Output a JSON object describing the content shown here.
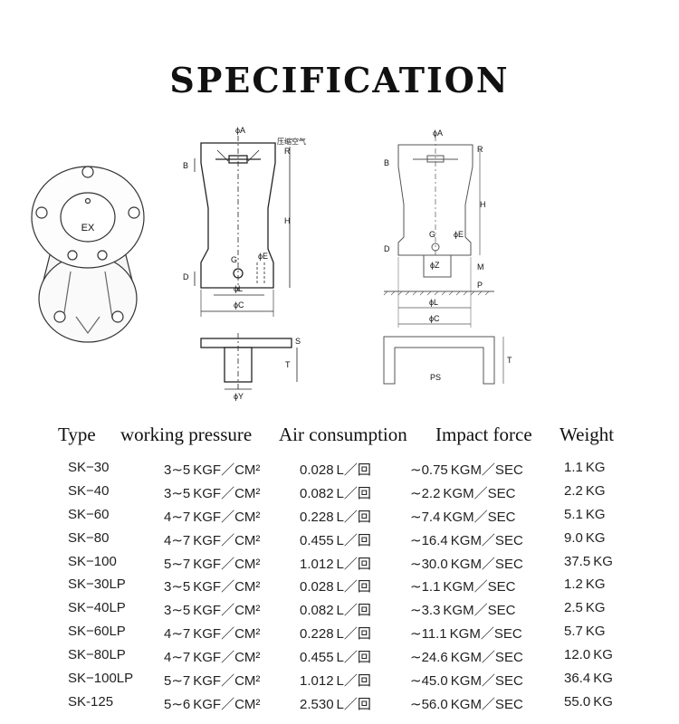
{
  "title": "SPECIFICATION",
  "product_label": "EX",
  "diagram_labels": {
    "left": {
      "phiA": "ϕA",
      "R": "R",
      "B": "B",
      "H": "H",
      "G": "G",
      "phiE": "ϕE",
      "D": "D",
      "phiL": "ϕL",
      "phiC": "ϕC",
      "air": "压缩空气",
      "S": "S",
      "T": "T",
      "phiY": "ϕY"
    },
    "right": {
      "phiA": "ϕA",
      "R": "R",
      "B": "B",
      "H": "H",
      "G": "G",
      "phiE": "ϕE",
      "D": "D",
      "phiZ": "ϕZ",
      "M": "M",
      "P": "P",
      "phiL": "ϕL",
      "phiC": "ϕC",
      "T": "T",
      "PS": "PS"
    }
  },
  "table": {
    "headers": [
      "Type",
      "working pressure",
      "Air consumption",
      "Impact force",
      "Weight"
    ],
    "rows": [
      [
        "SK−30",
        "3∼5 KGF／CM²",
        "0.028 L／回",
        "∼0.75 KGM／SEC",
        "1.1 KG"
      ],
      [
        "SK−40",
        "3∼5 KGF／CM²",
        "0.082 L／回",
        "∼2.2 KGM／SEC",
        "2.2 KG"
      ],
      [
        "SK−60",
        "4∼7 KGF／CM²",
        "0.228 L／回",
        "∼7.4 KGM／SEC",
        "5.1 KG"
      ],
      [
        "SK−80",
        "4∼7 KGF／CM²",
        "0.455 L／回",
        "∼16.4 KGM／SEC",
        "9.0 KG"
      ],
      [
        "SK−100",
        "5∼7 KGF／CM²",
        "1.012 L／回",
        "∼30.0 KGM／SEC",
        "37.5 KG"
      ],
      [
        "SK−30LP",
        "3∼5 KGF／CM²",
        "0.028 L／回",
        "∼1.1 KGM／SEC",
        "1.2 KG"
      ],
      [
        "SK−40LP",
        "3∼5 KGF／CM²",
        "0.082 L／回",
        "∼3.3 KGM／SEC",
        "2.5 KG"
      ],
      [
        "SK−60LP",
        "4∼7 KGF／CM²",
        "0.228 L／回",
        "∼11.1 KGM／SEC",
        "5.7 KG"
      ],
      [
        "SK−80LP",
        "4∼7 KGF／CM²",
        "0.455 L／回",
        "∼24.6 KGM／SEC",
        "12.0 KG"
      ],
      [
        "SK−100LP",
        "5∼7 KGF／CM²",
        "1.012 L／回",
        "∼45.0 KGM／SEC",
        "36.4 KG"
      ],
      [
        "SK-125",
        "5∼6 KGF／CM²",
        "2.530 L／回",
        "∼56.0 KGM／SEC",
        "55.0 KG"
      ]
    ]
  }
}
